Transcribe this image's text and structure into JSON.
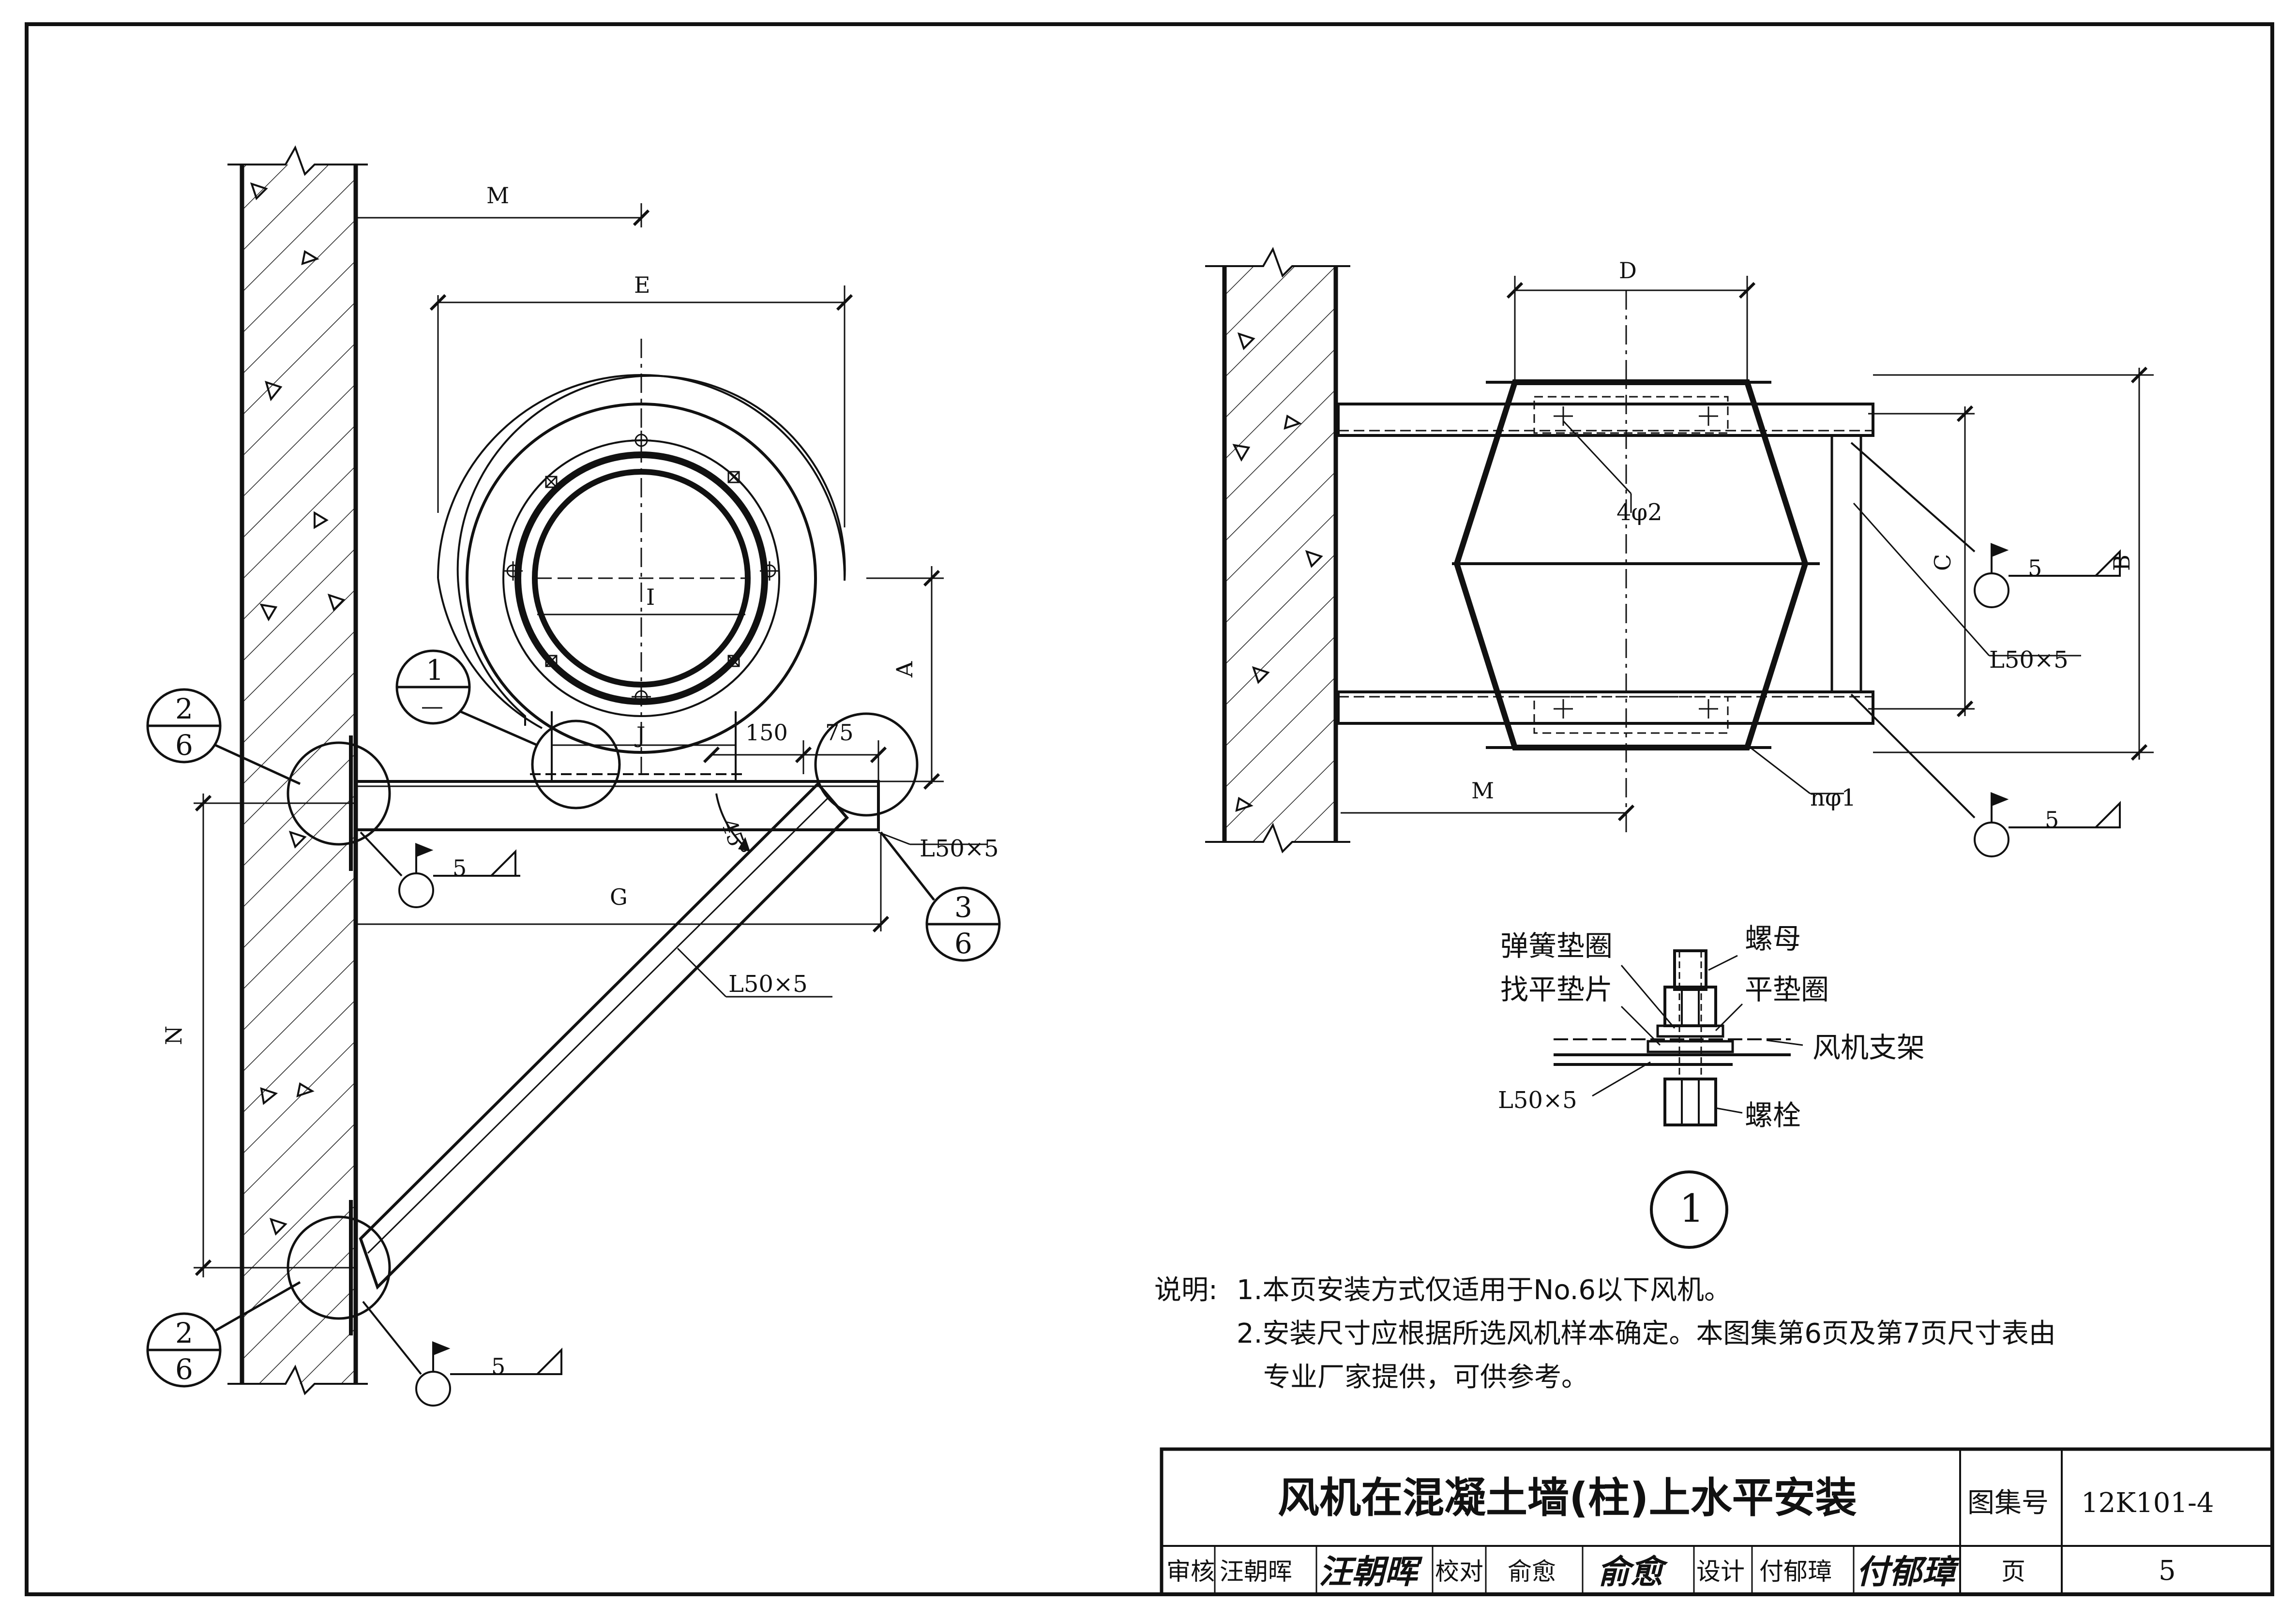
{
  "left_view": {
    "dims": {
      "M": "M",
      "E": "E",
      "I": "I",
      "J": "J",
      "A": "A",
      "G": "G",
      "N": "N",
      "d150": "150",
      "d75": "75",
      "angle": "45°"
    },
    "angle_labels": {
      "top": "L50×5",
      "brace": "L50×5"
    },
    "details": {
      "d1": {
        "num": "1",
        "sheet": "—"
      },
      "d2a": {
        "num": "2",
        "sheet": "6"
      },
      "d2b": {
        "num": "2",
        "sheet": "6"
      },
      "d3": {
        "num": "3",
        "sheet": "6"
      }
    },
    "welds": {
      "w1": "5",
      "w2": "5"
    }
  },
  "right_view": {
    "dims": {
      "D": "D",
      "B": "B",
      "C": "C",
      "M": "M"
    },
    "labels": {
      "holes_top": "4φ2",
      "holes_bottom": "nφ1",
      "angle": "L50×5"
    },
    "welds": {
      "w1": "5",
      "w2": "5"
    }
  },
  "detail_1": {
    "spring_washer": "弹簧垫圈",
    "nut": "螺母",
    "shim": "找平垫片",
    "flat_washer": "平垫圈",
    "fan_support": "风机支架",
    "angle": "L50×5",
    "bolt": "螺栓",
    "mark": "1"
  },
  "notes": {
    "prefix": "说明:",
    "line1": "1.本页安装方式仅适用于No.6以下风机。",
    "line2": "2.安装尺寸应根据所选风机样本确定。本图集第6页及第7页尺寸表由",
    "line3": "专业厂家提供，可供参考。"
  },
  "title_block": {
    "title": "风机在混凝土墙(柱)上水平安装",
    "atlas_label": "图集号",
    "atlas_no": "12K101-4",
    "review_label": "审核",
    "review_name": "汪朝晖",
    "check_label": "校对",
    "check_name": "俞愈",
    "design_label": "设计",
    "design_name": "付郁璋",
    "page_label": "页",
    "page_no": "5"
  }
}
